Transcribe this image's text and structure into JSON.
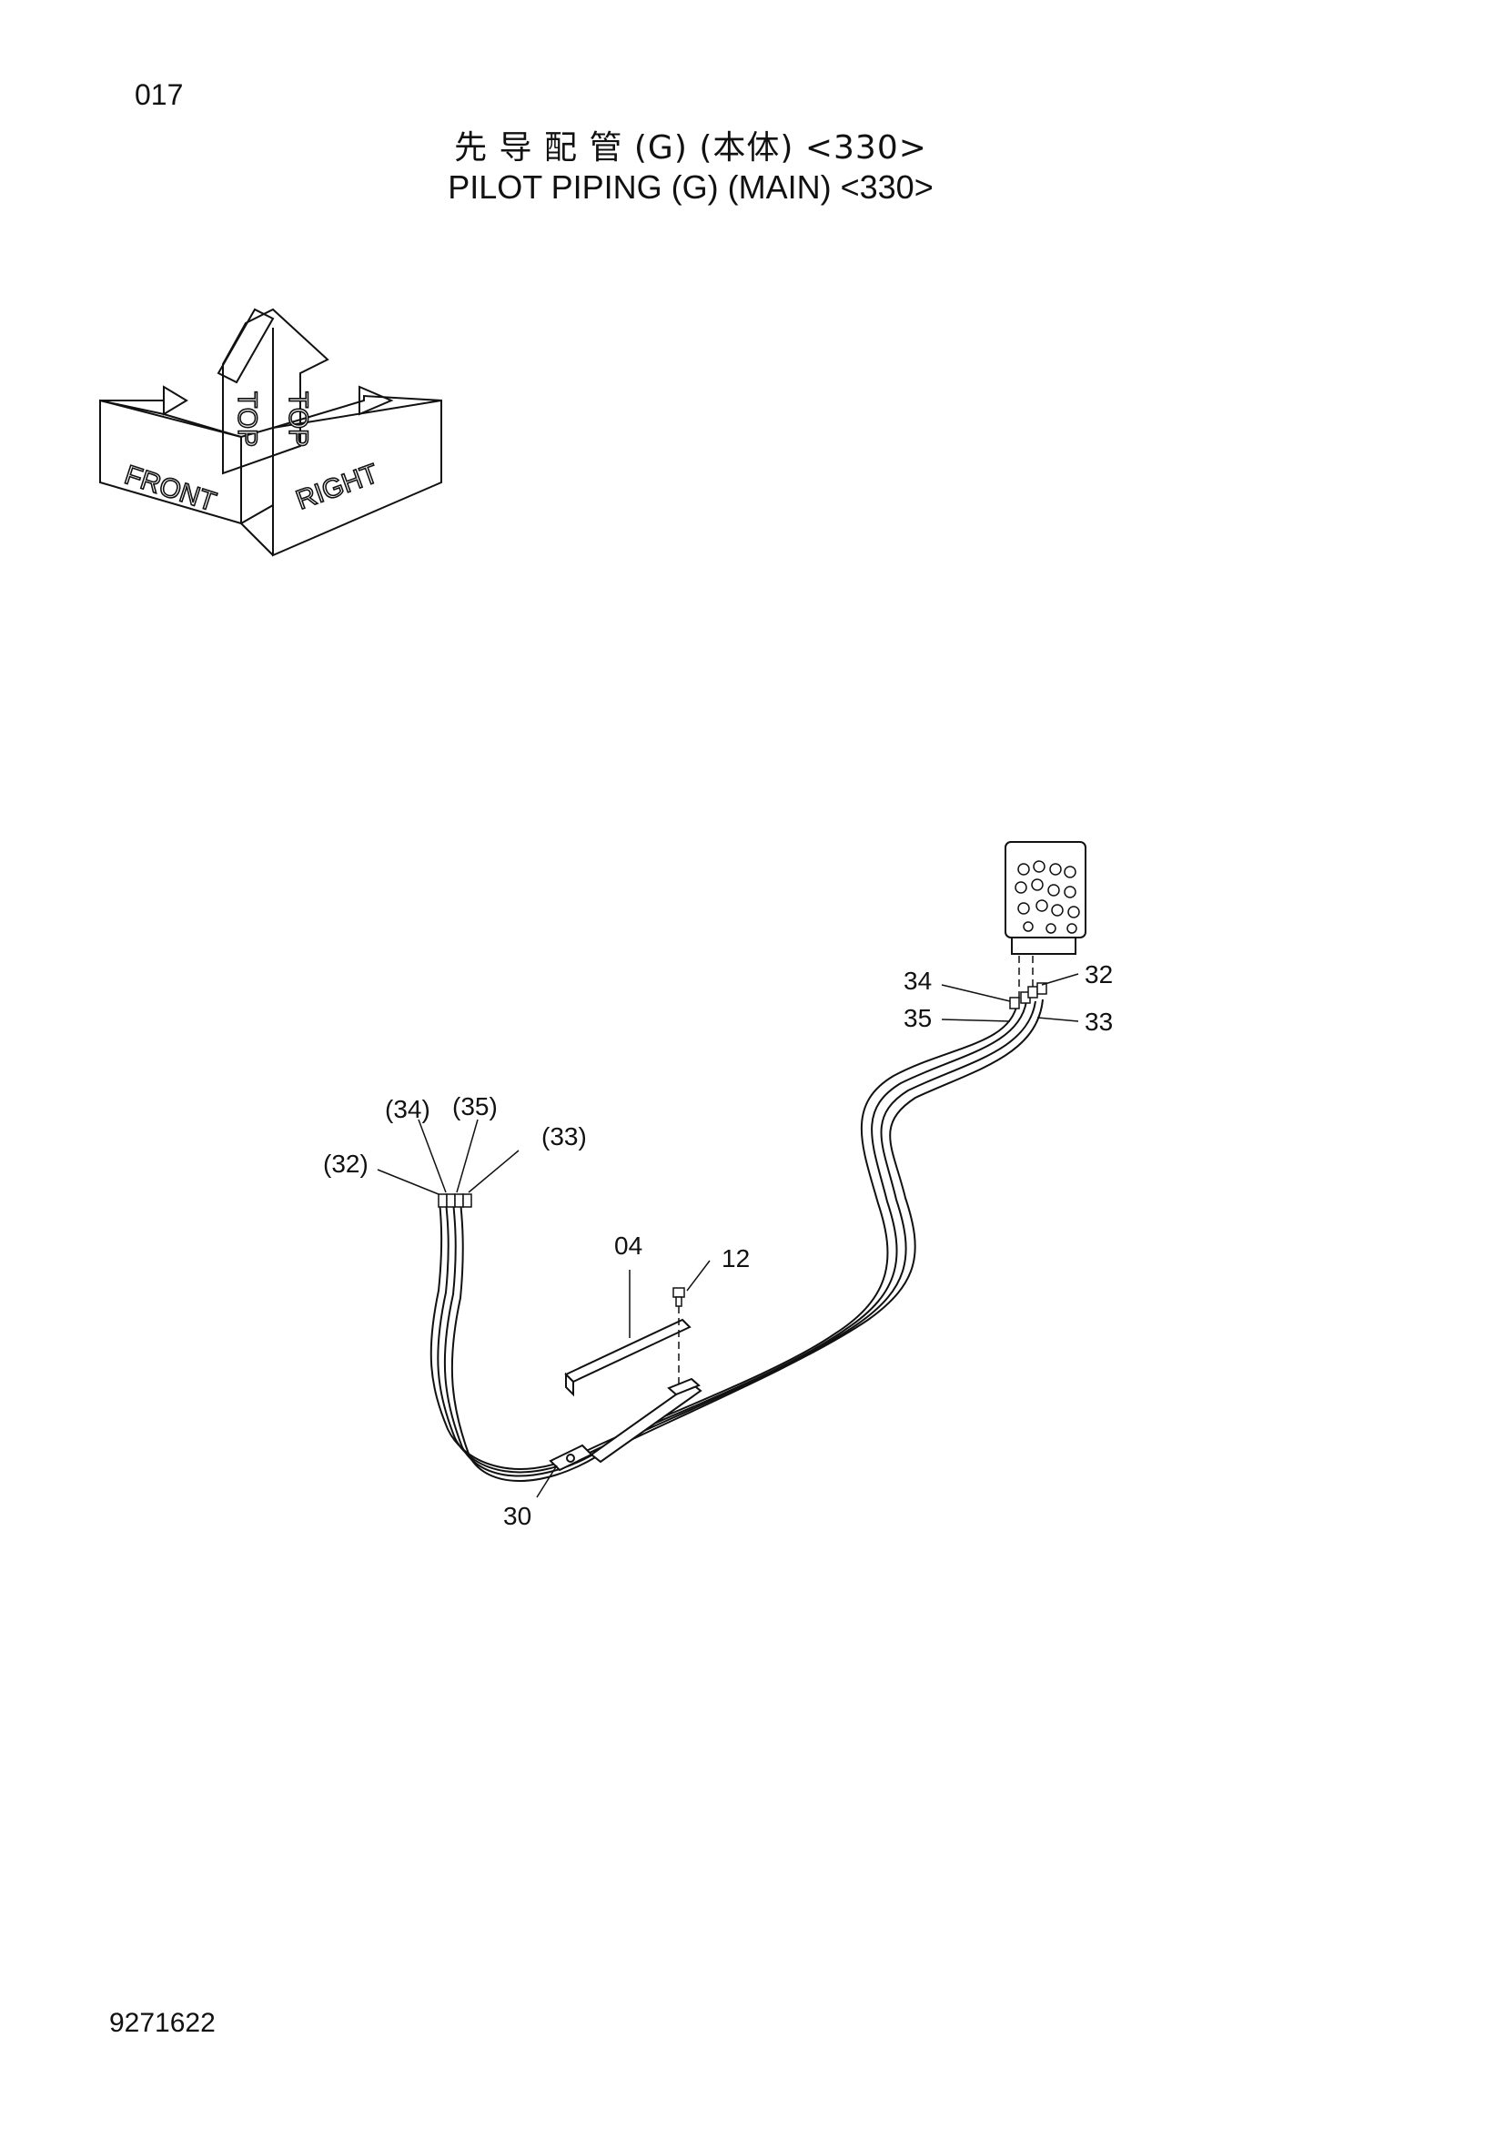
{
  "page_number": "017",
  "title_cn": "先 导 配 管 (G) (本体) <330>",
  "title_en": "PILOT PIPING  (G) (MAIN) <330>",
  "doc_number": "9271622",
  "orientation_labels": {
    "front": "FRONT",
    "top": "TOP",
    "right": "RIGHT"
  },
  "callouts": {
    "c34": "34",
    "c35": "35",
    "c32": "32",
    "c33": "33",
    "p34": "(34)",
    "p35": "(35)",
    "p33": "(33)",
    "p32": "(32)",
    "c04": "04",
    "c12": "12",
    "c30": "30"
  }
}
